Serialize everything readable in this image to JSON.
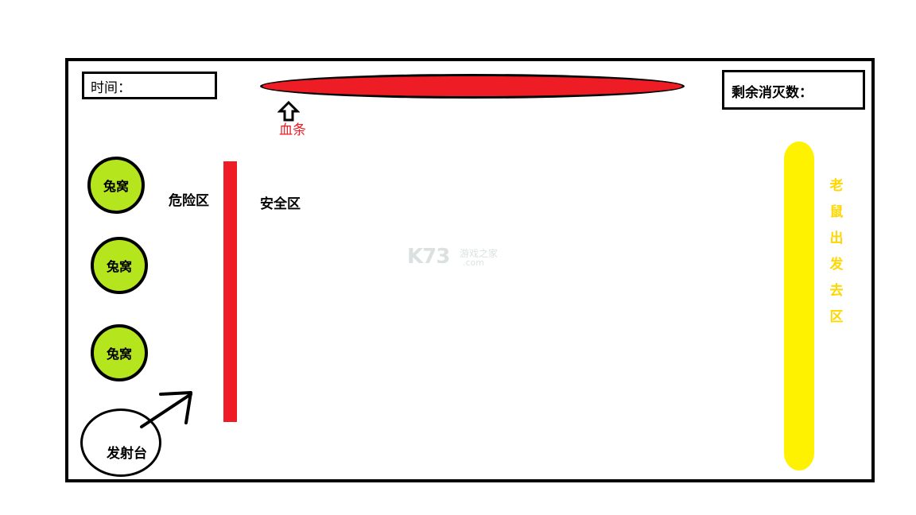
{
  "hud": {
    "timer_label": "时间：",
    "health_caption": "血条",
    "kills_label": "剩余消灭数："
  },
  "burrows": [
    "兔窝",
    "兔窝",
    "兔窝"
  ],
  "zones": {
    "danger": "危险区",
    "safe": "安全区",
    "mouse_start": [
      "老",
      "鼠",
      "出",
      "发",
      "去",
      "区"
    ]
  },
  "launcher": {
    "label": "发射台"
  },
  "watermark": {
    "main": "K73",
    "sub": "游戏之家",
    "domain": ".com"
  },
  "colors": {
    "health_bar": "#ee1c24",
    "danger_line": "#ee1c24",
    "burrow": "#b5e61d",
    "mouse_zone": "#fff200",
    "mouse_label": "#ffd700"
  },
  "icons": {
    "health_pointer": "up-arrow-icon",
    "launch_direction": "diagonal-arrow-icon"
  }
}
